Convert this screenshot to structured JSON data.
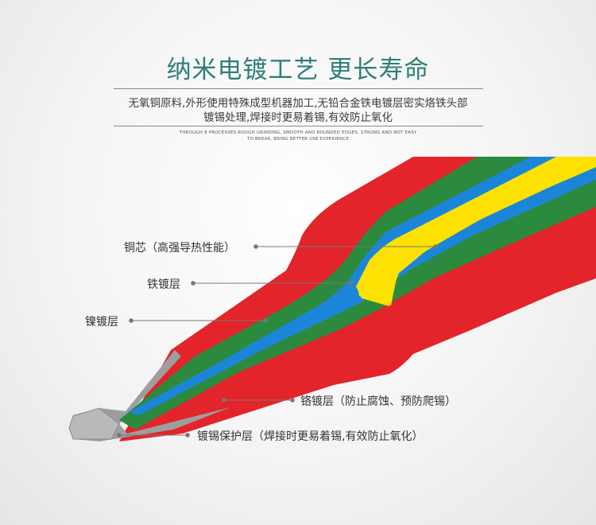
{
  "header": {
    "title": "纳米电镀工艺 更长寿命",
    "desc_line1": "无氧铜原料,外形使用特殊成型机器加工,无铅合金铁电镀层密实烙铁头部",
    "desc_line2": "镀锡处理,焊接时更易着锡,有效防止氧化",
    "en_line1": "THROUGH 8 PROCESSES ROUGH GRINDING, SMOOTH AND ROUNDED EDGES, STRONG AND NOT EASY",
    "en_line2": "TO BREAK, BRING BETTER USE EXPERIENCE"
  },
  "layers": {
    "copper_core": "铜芯（高强导热性能）",
    "iron_plating": "铁镀层",
    "nickel_plating": "镍镀层",
    "chrome_plating": "铬镀层（防止腐蚀、预防爬锡）",
    "tin_protection": "镀锡保护层（焊接时更易着锡,有效防止氧化）"
  },
  "colors": {
    "title": "#2f7f78",
    "chrome_red": "#e3242b",
    "nickel_green": "#2b8a3e",
    "iron_blue": "#1b86d9",
    "copper_yellow": "#fde100",
    "tin_gray": "#9e9e9e"
  }
}
